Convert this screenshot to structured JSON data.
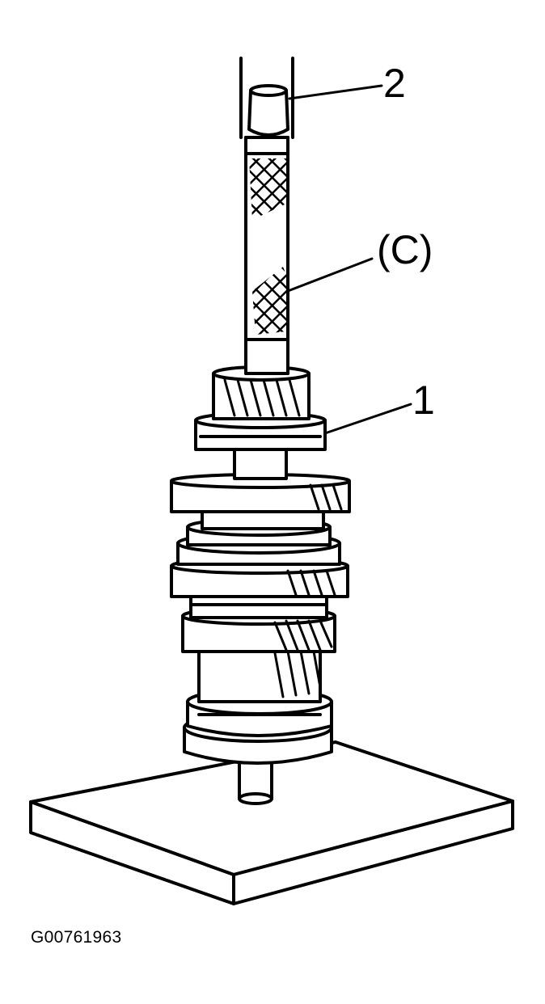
{
  "callouts": {
    "part_2": "2",
    "part_c": "(C)",
    "part_1": "1"
  },
  "figure_id": "G00761963",
  "colors": {
    "ink": "#000000",
    "paper": "#ffffff"
  }
}
